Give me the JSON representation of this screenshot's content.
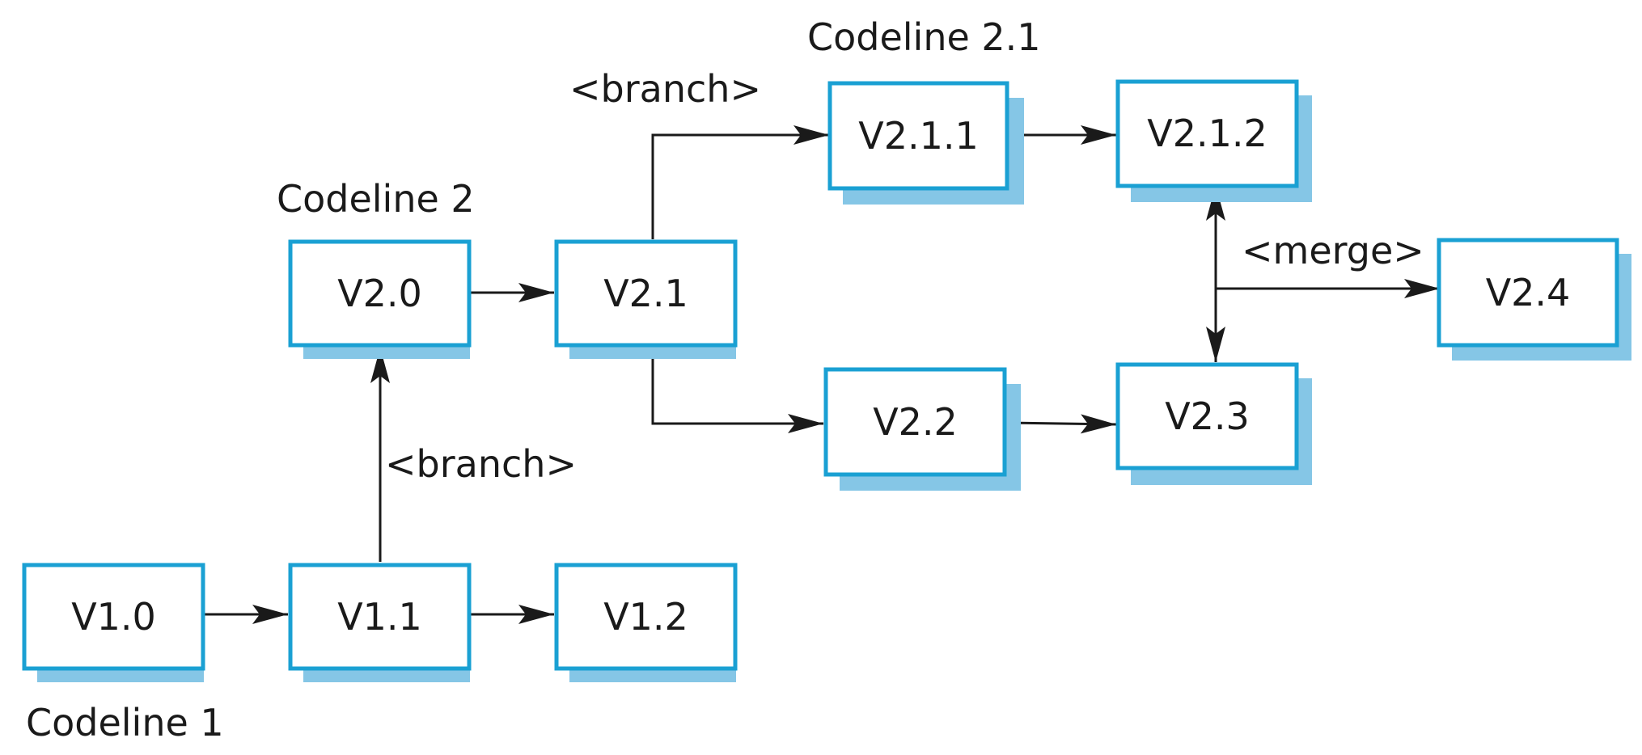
{
  "colors": {
    "box_border": "#1aa0d3",
    "box_fill": "#ffffff",
    "box_shadow": "#85c6e6",
    "arrow": "#1a1a1a",
    "text": "#1a1a1a"
  },
  "nodes": {
    "v10": "V1.0",
    "v11": "V1.1",
    "v12": "V1.2",
    "v20": "V2.0",
    "v21": "V2.1",
    "v22": "V2.2",
    "v23": "V2.3",
    "v24": "V2.4",
    "v211": "V2.1.1",
    "v212": "V2.1.2"
  },
  "labels": {
    "codeline_1": "Codeline 1",
    "codeline_2": "Codeline 2",
    "codeline_21": "Codeline 2.1",
    "branch_1": "<branch>",
    "branch_2": "<branch>",
    "merge": "<merge>"
  }
}
